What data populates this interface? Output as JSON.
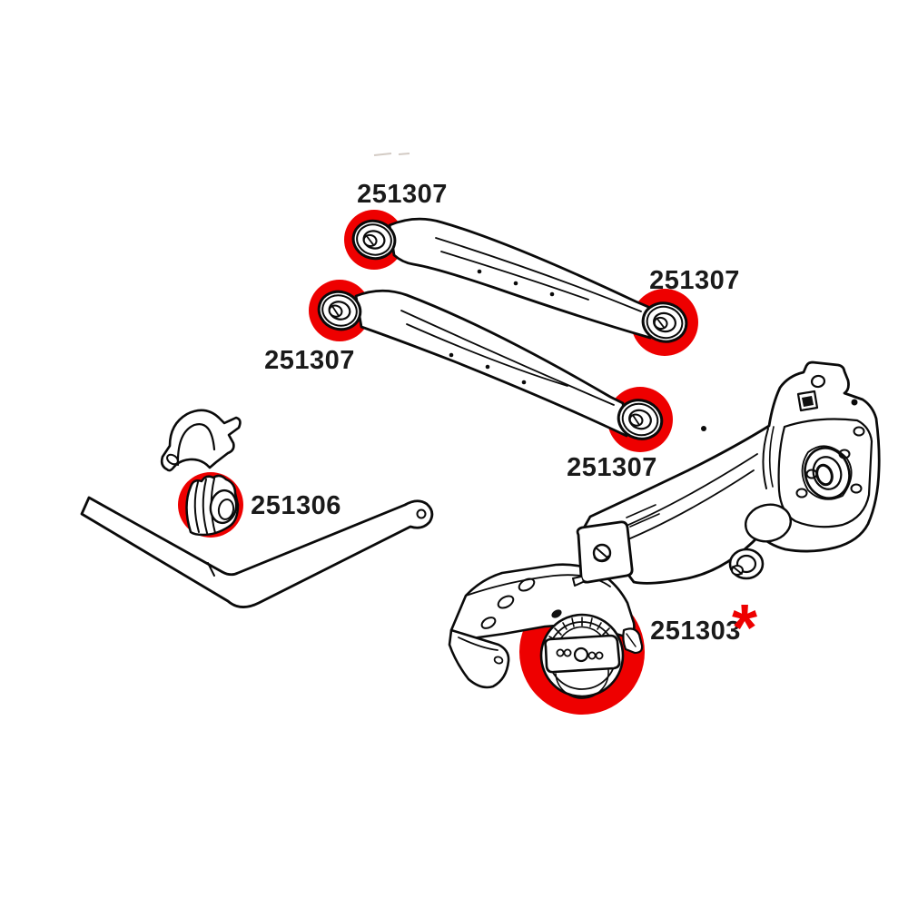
{
  "diagram": {
    "type": "suspension-parts-diagram",
    "background_color": "#ffffff",
    "line_color": "#0a0a0a",
    "highlight_color": "#ee0000",
    "label_color": "#1a1a1a",
    "footnote_marker": "*",
    "footnote_marker_color": "#ee0000",
    "labels": [
      {
        "text": "251307",
        "part": "upper-lateral-arm-left-bushing"
      },
      {
        "text": "251307",
        "part": "upper-lateral-arm-right-bushing"
      },
      {
        "text": "251307",
        "part": "lower-lateral-arm-left-bushing"
      },
      {
        "text": "251307",
        "part": "lower-lateral-arm-right-bushing"
      },
      {
        "text": "251306",
        "part": "anti-roll-bar-bushing"
      },
      {
        "text": "251303",
        "part": "trailing-arm-mount-bushing",
        "has_footnote_marker": true
      }
    ],
    "parts": [
      {
        "name": "upper-lateral-arm"
      },
      {
        "name": "lower-lateral-arm"
      },
      {
        "name": "anti-roll-bar"
      },
      {
        "name": "anti-roll-bar-clamp"
      },
      {
        "name": "anti-roll-bar-bushing"
      },
      {
        "name": "subframe-bracket"
      },
      {
        "name": "trailing-arm-mount-bushing"
      },
      {
        "name": "trailing-arm-with-wheel-knuckle"
      }
    ]
  }
}
